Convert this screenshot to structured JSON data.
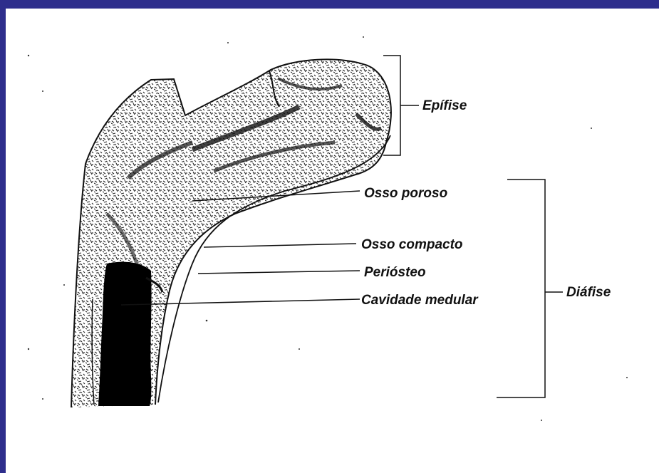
{
  "colors": {
    "frame": "#2e2e8c",
    "panel": "#ffffff",
    "ink": "#111111",
    "medullary": "#000000"
  },
  "labels": {
    "epifise": "Epífise",
    "osso_poroso": "Osso poroso",
    "osso_compacto": "Osso compacto",
    "periosteo": "Periósteo",
    "cavidade_medular": "Cavidade medular",
    "diafise": "Diáfise"
  }
}
